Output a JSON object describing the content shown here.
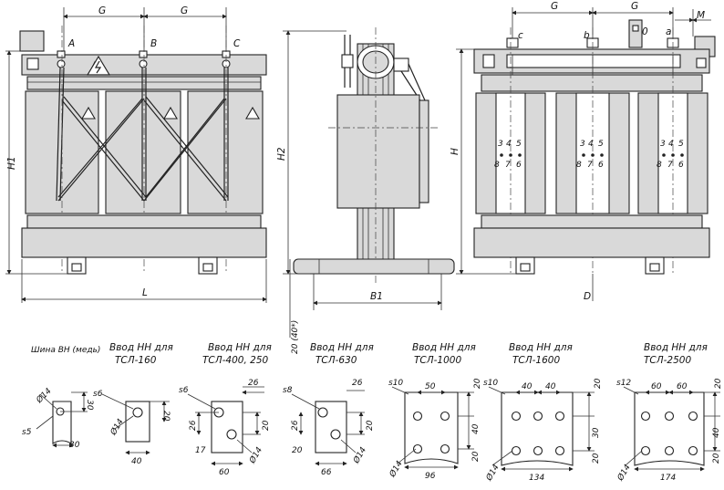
{
  "front_view": {
    "dim_g_left": "G",
    "dim_g_right": "G",
    "terminal_a": "A",
    "terminal_b": "B",
    "terminal_c": "C",
    "dim_h1": "H1",
    "dim_l": "L"
  },
  "side_view": {
    "dim_h2": "H2",
    "dim_b1": "B1",
    "dim_base": "20 (40*)"
  },
  "rear_view": {
    "dim_g_left": "G",
    "dim_g_right": "G",
    "dim_m": "M",
    "terminal_c": "c",
    "terminal_b": "b",
    "terminal_0": "0",
    "terminal_a": "a",
    "dim_h": "H",
    "dim_d": "D",
    "tap_row1": [
      "3",
      "4",
      "5"
    ],
    "tap_row2": [
      "8",
      "7",
      "6"
    ]
  },
  "details": {
    "hv_bus": {
      "title": "Шина ВН (медь)",
      "hole": "Ø14",
      "thickness": "s5",
      "dim_30a": "30",
      "dim_30b": "30"
    },
    "lv_160": {
      "title1": "Ввод НН для",
      "title2": "ТСЛ-160",
      "thickness": "s6",
      "hole": "Ø14",
      "dim_20": "20",
      "dim_40": "40"
    },
    "lv_400": {
      "title1": "Ввод НН для",
      "title2": "ТСЛ-400, 250",
      "thickness": "s6",
      "hole": "Ø14",
      "dim_26a": "26",
      "dim_26b": "26",
      "dim_20": "20",
      "dim_17": "17",
      "dim_60": "60"
    },
    "lv_630": {
      "title1": "Ввод НН для",
      "title2": "ТСЛ-630",
      "thickness": "s8",
      "hole": "Ø14",
      "dim_26a": "26",
      "dim_26b": "26",
      "dim_20a": "20",
      "dim_20b": "20",
      "dim_66": "66"
    },
    "lv_1000": {
      "title1": "Ввод НН для",
      "title2": "ТСЛ-1000",
      "thickness": "s10",
      "hole": "Ø14",
      "dim_50": "50",
      "dim_20a": "20",
      "dim_40": "40",
      "dim_20b": "20",
      "dim_96": "96"
    },
    "lv_1600": {
      "title1": "Ввод НН для",
      "title2": "ТСЛ-1600",
      "thickness": "s10",
      "hole": "Ø14",
      "dim_40a": "40",
      "dim_40b": "40",
      "dim_20a": "20",
      "dim_30": "30",
      "dim_20b": "20",
      "dim_134": "134"
    },
    "lv_2500": {
      "title1": "Ввод НН для",
      "title2": "ТСЛ-2500",
      "thickness": "s12",
      "hole": "Ø14",
      "dim_60a": "60",
      "dim_60b": "60",
      "dim_20a": "20",
      "dim_40": "40",
      "dim_20b": "20",
      "dim_174": "174"
    }
  }
}
